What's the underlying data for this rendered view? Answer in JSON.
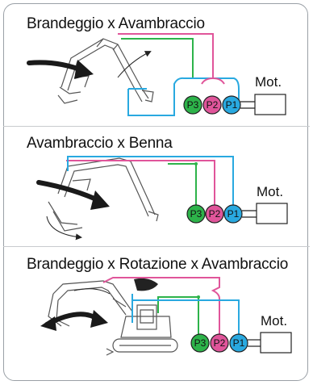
{
  "panels": [
    {
      "title": "Brandeggio x Avambraccio",
      "motor_label": "Mot.",
      "pumps": [
        {
          "label": "P3",
          "color": "#2db34a"
        },
        {
          "label": "P2",
          "color": "#e0559a"
        },
        {
          "label": "P1",
          "color": "#29a9e0"
        }
      ]
    },
    {
      "title": "Avambraccio x Benna",
      "motor_label": "Mot.",
      "pumps": [
        {
          "label": "P3",
          "color": "#2db34a"
        },
        {
          "label": "P2",
          "color": "#e0559a"
        },
        {
          "label": "P1",
          "color": "#29a9e0"
        }
      ]
    },
    {
      "title": "Brandeggio x Rotazione x Avambraccio",
      "motor_label": "Mot.",
      "pumps": [
        {
          "label": "P3",
          "color": "#2db34a"
        },
        {
          "label": "P2",
          "color": "#e0559a"
        },
        {
          "label": "P1",
          "color": "#29a9e0"
        }
      ]
    }
  ],
  "colors": {
    "green": "#2db34a",
    "pink": "#e0559a",
    "blue": "#29a9e0",
    "arrow": "#1a1a1a",
    "machine_outline": "#555555"
  }
}
